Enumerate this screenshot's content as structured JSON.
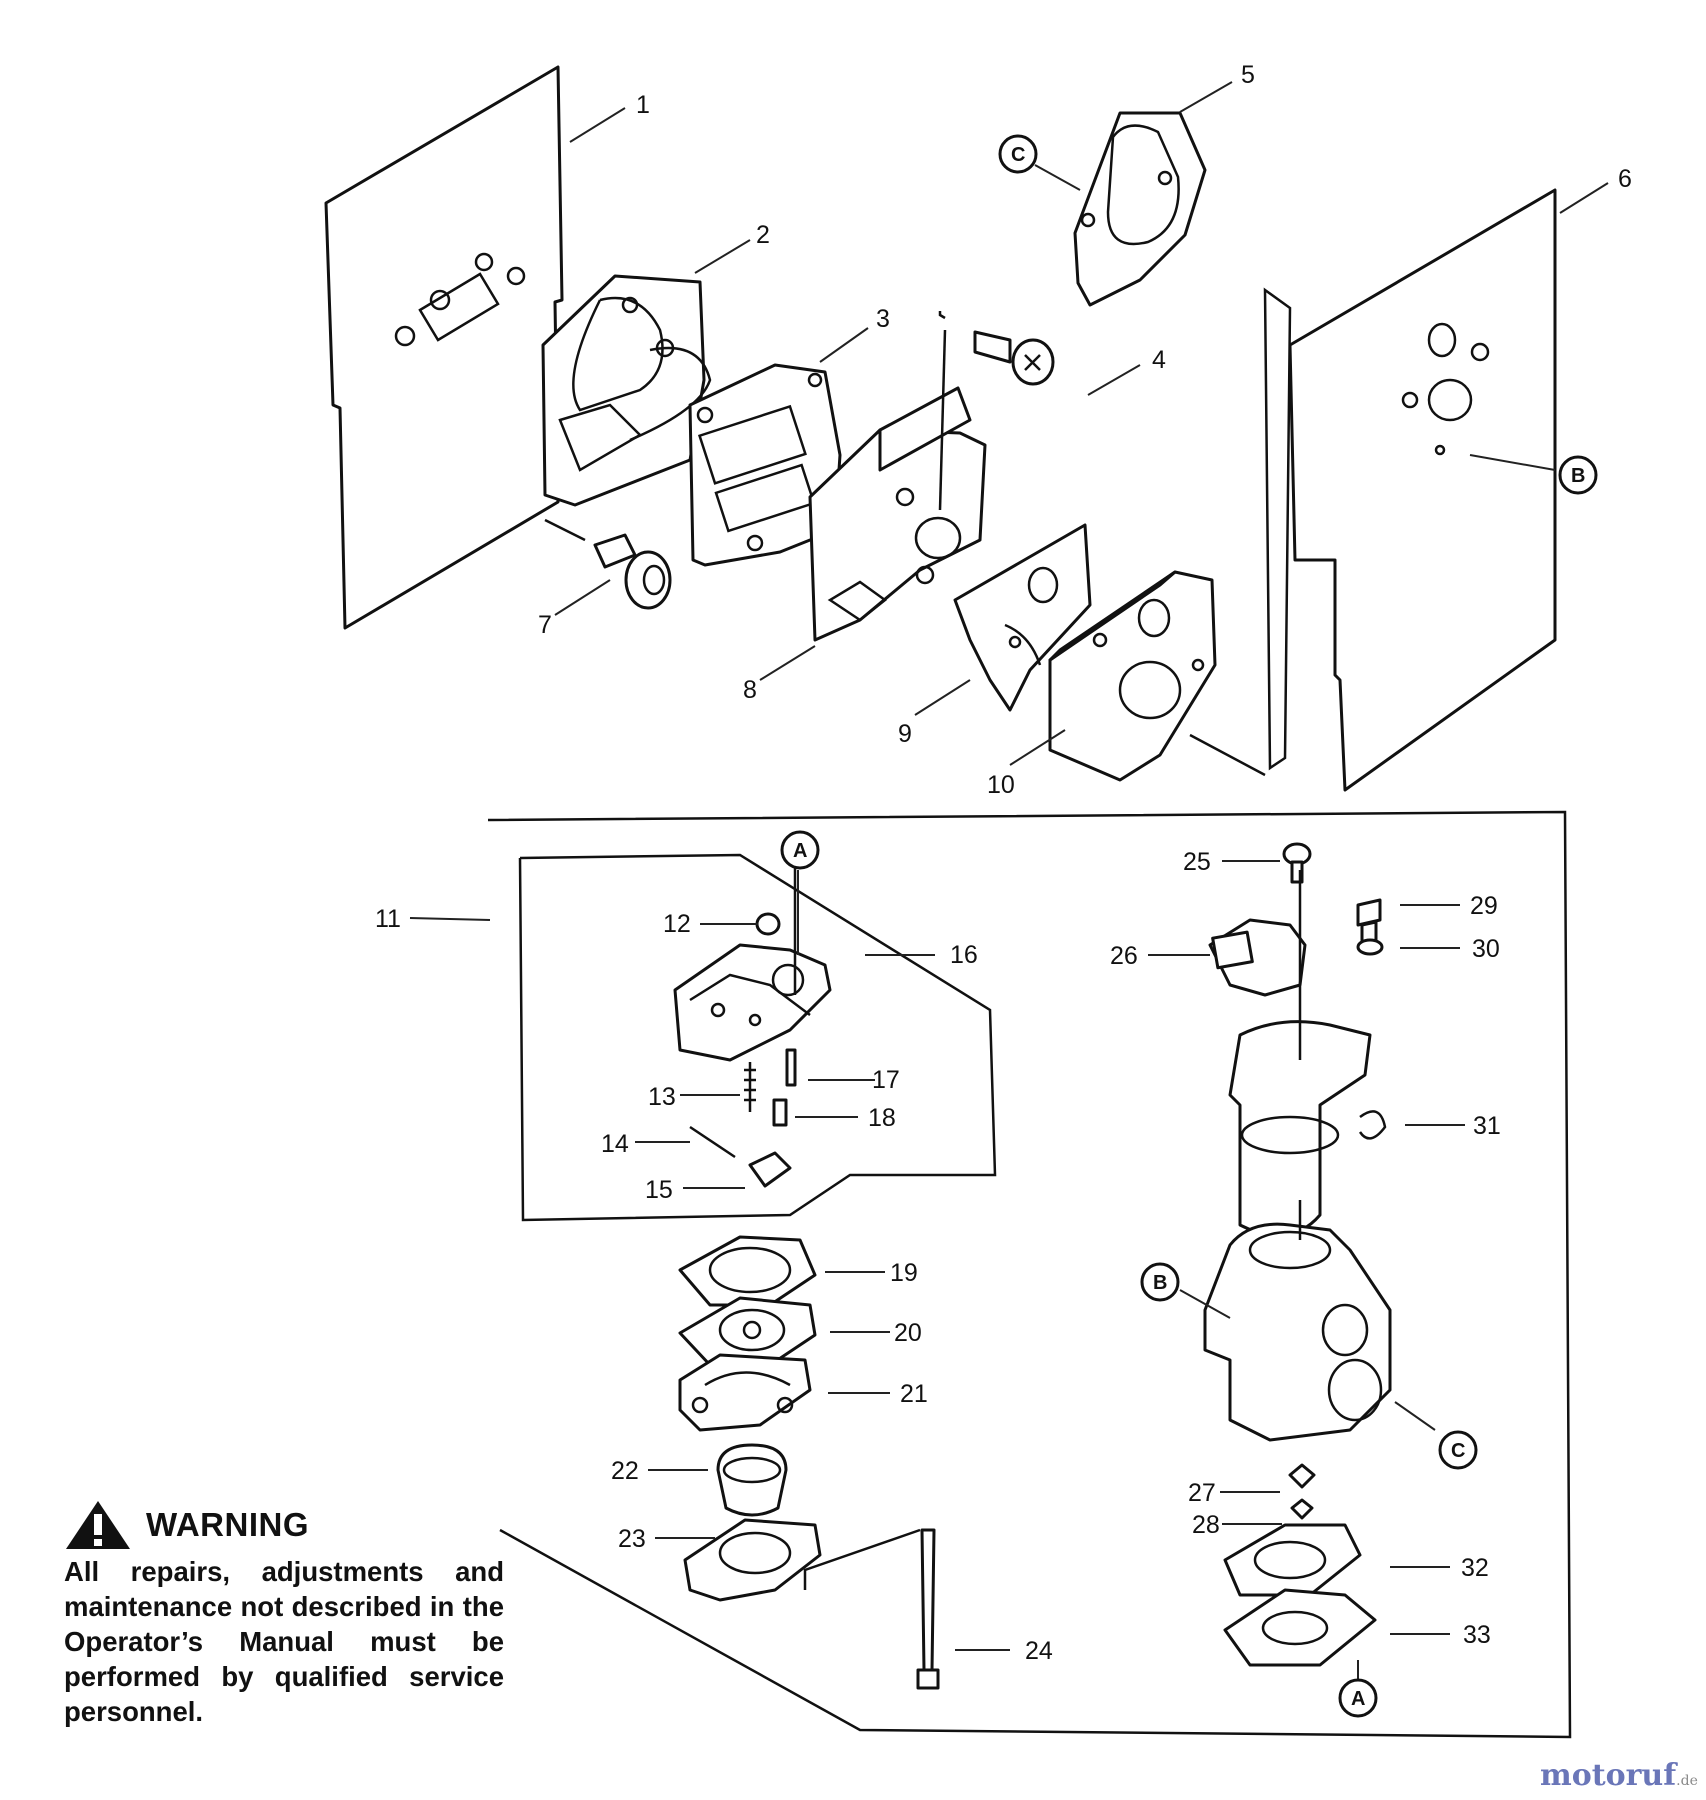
{
  "callouts": {
    "c1": "1",
    "c2": "2",
    "c3": "3",
    "c4": "4",
    "c5": "5",
    "c6": "6",
    "c7": "7",
    "c8": "8",
    "c9": "9",
    "c10": "10",
    "c11": "11",
    "c12": "12",
    "c13": "13",
    "c14": "14",
    "c15": "15",
    "c16": "16",
    "c17": "17",
    "c18": "18",
    "c19": "19",
    "c20": "20",
    "c21": "21",
    "c22": "22",
    "c23": "23",
    "c24": "24",
    "c25": "25",
    "c26": "26",
    "c27": "27",
    "c28": "28",
    "c29": "29",
    "c30": "30",
    "c31": "31",
    "c32": "32",
    "c33": "33"
  },
  "refs": {
    "a": "A",
    "b": "B",
    "c": "C"
  },
  "warning": {
    "title": "WARNING",
    "icon": "warning-triangle-icon",
    "text": "All repairs, adjustments and maintenance not described in the Operator’s Manual must be performed by qualified service personnel."
  },
  "watermark": {
    "brand": "motoruf",
    "suffix": ".de"
  }
}
